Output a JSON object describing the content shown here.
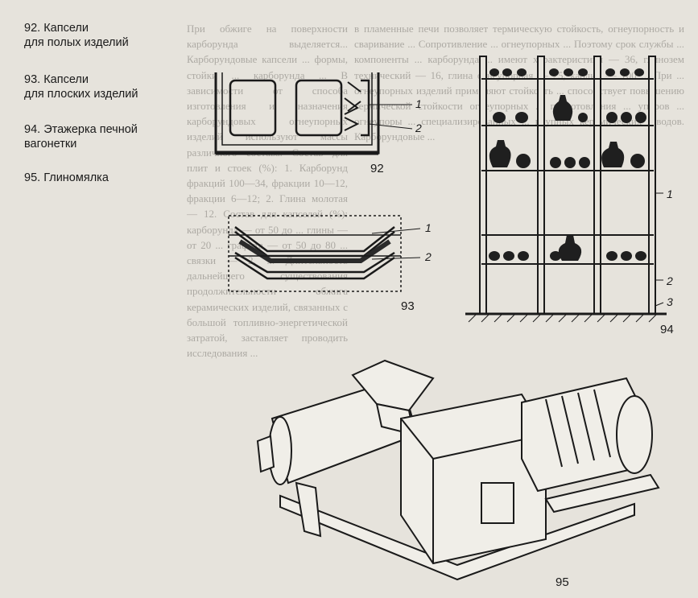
{
  "captions": [
    {
      "num": "92.",
      "text": "Капсели",
      "text2": "для полых изделий"
    },
    {
      "num": "93.",
      "text": "Капсели",
      "text2": "для плоских изделий"
    },
    {
      "num": "94.",
      "text": "Этажерка печной",
      "text2": "вагонетки"
    },
    {
      "num": "95.",
      "text": "Глиномялка",
      "text2": ""
    }
  ],
  "figures": {
    "fig92": {
      "number": "92",
      "label1": "1",
      "label2": "2"
    },
    "fig93": {
      "number": "93",
      "label1": "1",
      "label2": "2"
    },
    "fig94": {
      "number": "94",
      "label1": "1",
      "label2": "2",
      "label3": "3"
    },
    "fig95": {
      "number": "95"
    }
  },
  "bleed_text": {
    "middle_column": "При обжиге на поверхности карборунда выделяется... Карборундовые капсели ... формы, стойки ... карборунда ... В зависимости от способа изготовления и назначения карборундовых огнеупорных изделий используют массы различного состава. Состав для плит и стоек (%): 1. Карборунд фракций 100—34, фракции 10—12, фракции 6—12; 2. Глина молотая — 12. Состав для капселей (%): карборунда — от 50 до ... глины — от 20 ... графита — от 50 до 80 ... связки — 2. ... Длительность дальнейшего существования продолжительности обжига керамических изделий, связанных с большой топливно-энергетической затратой, заставляет проводить исследования ...",
    "right_column": "в пламенные печи позволяет термическую стойкость, огнеупорность и сваривание ... Сопротивление ... огнеупорных ... Поэтому срок службы ... компоненты ... карборунда ... имеют характеристики — 36, глинозем технический — 16, глина огнеупорная — 25, каолин — 100 ... При ... огнеупорных изделий применяют стойкость ... способствует повышению термической стойкости огнеупорных ... приготовления ... упоров ... огнеупоры ... специализированных ... крупных керамических заводов. Карборундовые ..."
  }
}
